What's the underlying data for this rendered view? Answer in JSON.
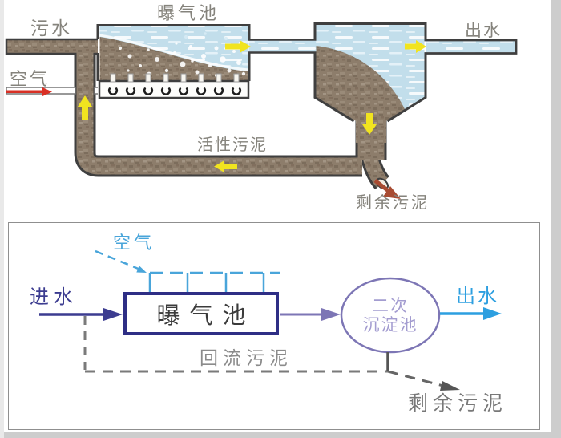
{
  "top_diagram": {
    "title": "activated sludge process illustration",
    "labels": {
      "sewage": "污水",
      "aeration_tank": "曝气池",
      "effluent": "出水",
      "air": "空气",
      "activated_sludge": "活性污泥",
      "excess_sludge": "剩余污泥"
    }
  },
  "bottom_diagram": {
    "title": "activated sludge process flow chart",
    "labels": {
      "air": "空气",
      "influent": "进水",
      "aeration_tank": "曝气池",
      "secondary_tank_line1": "二次",
      "secondary_tank_line2": "沉淀池",
      "effluent": "出水",
      "return_sludge": "回流污泥",
      "excess_sludge": "剩余污泥"
    }
  },
  "colors": {
    "air_blue": "#49a5da",
    "influent_navy": "#3c3c90",
    "box_border_navy": "#2e2e85",
    "purple": "#7d76b5",
    "ellipse_text_purple": "#a39cd0",
    "effluent_blue": "#2d9fe0",
    "dash_gray": "#7a7a7a",
    "label_gray_top": "#85837c",
    "label_gray_bottom": "#8b8b8b",
    "yellow_arrow": "#f1e41f",
    "red_arrow": "#d93025",
    "excess_sludge_arrow": "#a84b32",
    "sludge_brown": "#8d7d6b",
    "water_blue": "#c2deeb"
  }
}
